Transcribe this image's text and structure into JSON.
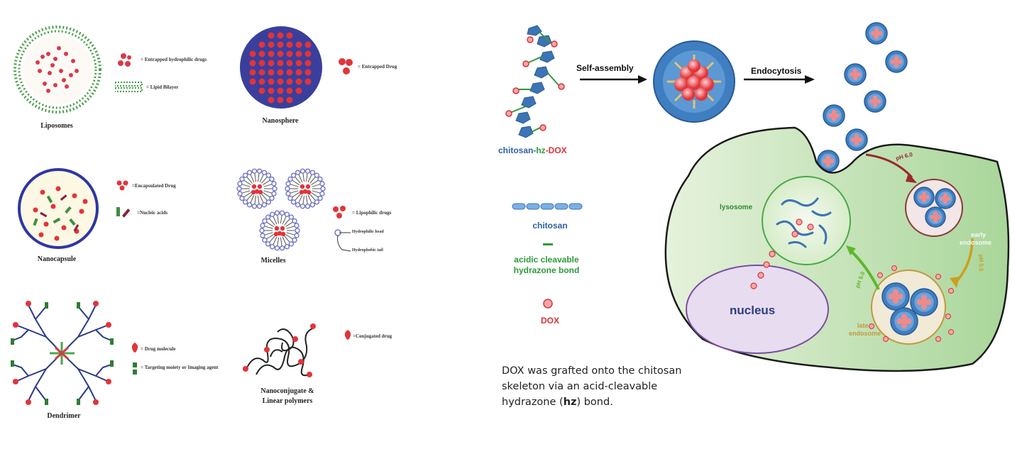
{
  "left": {
    "liposomes": {
      "caption": "Liposomes",
      "legend1": "= Entrapped hydrophilic drugs",
      "legend2": "= Lipid Bilayer"
    },
    "nanosphere": {
      "caption": "Nanosphere",
      "legend1": "= Entrapped Drug"
    },
    "nanocapsule": {
      "caption": "Nanocapsule",
      "legend1": "=Encapsulated Drug",
      "legend2": "=Nucleic acids"
    },
    "micelles": {
      "caption": "Micelles",
      "legend1": "= Lipophilic drugs",
      "legend2": "Hydrophilic head",
      "legend3": "Hydrophobic tail"
    },
    "dendrimer": {
      "caption": "Dendrimer",
      "legend1": "= Drug molecule",
      "legend2": "= Targeting moiety or Imaging agent"
    },
    "nanoconjugate": {
      "caption1": "Nanoconjugate &",
      "caption2": "Linear polymers",
      "legend1": "=Conjugated drug"
    }
  },
  "right": {
    "chitosan_hz_dox": {
      "part1": "chitosan-",
      "part2": "hz",
      "part3": "-DOX"
    },
    "self_assembly": "Self-assembly",
    "endocytosis": "Endocytosis",
    "legend_chitosan": "chitosan",
    "legend_bond_line1": "acidic cleavable",
    "legend_bond_line2": "hydrazone bond",
    "legend_dox": "DOX",
    "lysosome": "lysosome",
    "early_endosome_1": "early",
    "early_endosome_2": "endosome",
    "late_endosome_1": "late",
    "late_endosome_2": "endosome",
    "nucleus": "nucleus",
    "ph_60": "pH 6.0",
    "ph_55": "pH 5.5",
    "ph_50": "pH 5.0",
    "note_line1": "DOX was grafted onto the chitosan",
    "note_line2": "skeleton via an acid-cleavable",
    "note_line3a": "hydrazone (",
    "note_line3b": "hz",
    "note_line3c": ") bond."
  },
  "colors": {
    "drug_red": "#e2343a",
    "chitosan_blue": "#3d74b5",
    "bond_green": "#2e9a3a",
    "cell_green": "#bfe0b0",
    "nucleus_purple": "#e8dcf0",
    "nanosphere_navy": "#3a3f9c"
  }
}
